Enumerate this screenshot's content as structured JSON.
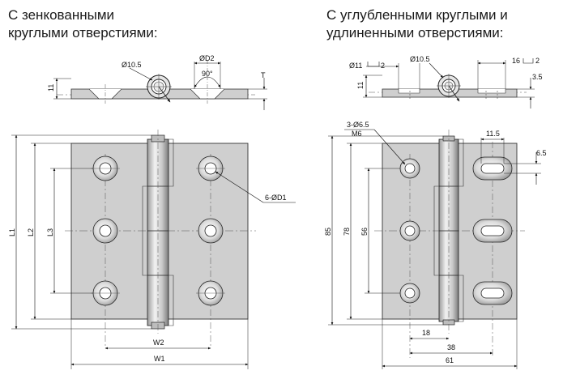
{
  "left": {
    "heading_line1": "С зенкованными",
    "heading_line2": "круглыми отверстиями:",
    "labels": {
      "pin_dia": "Ø10.5",
      "cs_dia": "ØD2",
      "angle": "90°",
      "height": "11",
      "thickness": "T",
      "holes": "6-ØD1",
      "l1": "L1",
      "l2": "L2",
      "l3": "L3",
      "w2": "W2",
      "w1": "W1"
    }
  },
  "right": {
    "heading_line1": "С углубленными круглыми и",
    "heading_line2": "удлиненными отверстиями:",
    "labels": {
      "cb_dia": "Ø11",
      "cb_depth": "2",
      "pin_dia": "Ø10.5",
      "slot_cb": "16",
      "slot_depth": "2",
      "height": "11",
      "thickness": "3.5",
      "holes": "3-Ø6.5",
      "thread": "M6",
      "slot_len": "11.5",
      "slot_w": "6.5",
      "h85": "85",
      "h78": "78",
      "h56": "56",
      "w18": "18",
      "w38": "38",
      "w61": "61"
    }
  }
}
